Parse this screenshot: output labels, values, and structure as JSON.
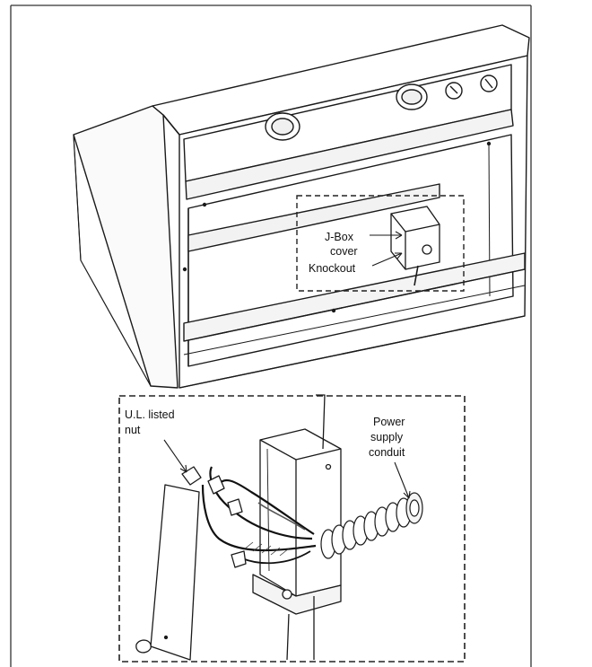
{
  "labels": {
    "jbox_cover_line1": "J-Box",
    "jbox_cover_line2": "cover",
    "knockout": "Knockout",
    "ul_nut_line1": "U.L. listed",
    "ul_nut_line2": "nut",
    "conduit_line1": "Power",
    "conduit_line2": "supply",
    "conduit_line3": "conduit"
  },
  "colors": {
    "ink": "#1a1a1a",
    "frame": "#333333",
    "dash": "#222222",
    "paper": "#ffffff",
    "shade": "#e9e9e9"
  }
}
